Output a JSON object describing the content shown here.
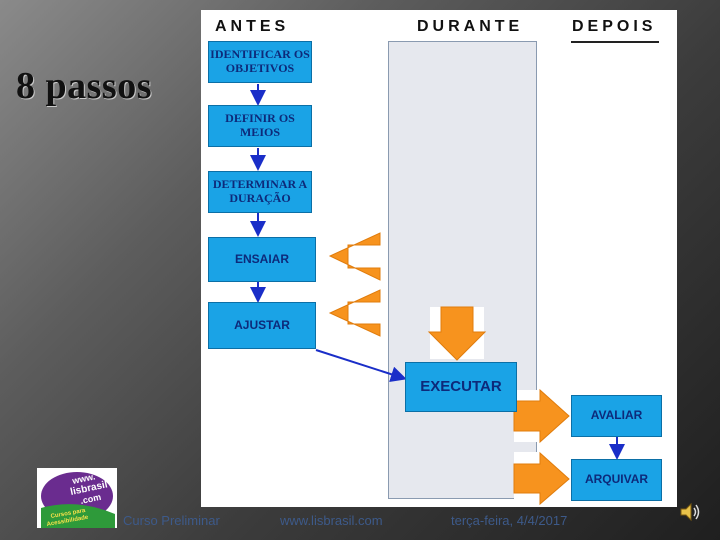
{
  "slide": {
    "title": "8 passos"
  },
  "diagram": {
    "columns": {
      "antes": "ANTES",
      "durante": "DURANTE",
      "depois": "DEPOIS"
    },
    "steps": {
      "identificar": "IDENTIFICAR OS OBJETIVOS",
      "definir": "DEFINIR OS MEIOS",
      "determinar": "DETERMINAR A DURAÇÃO",
      "ensaiar": "ENSAIAR",
      "ajustar": "AJUSTAR",
      "executar": "EXECUTAR",
      "avaliar": "AVALIAR",
      "arquivar": "ARQUIVAR"
    },
    "colors": {
      "box_fill": "#1aa3e6",
      "box_text": "#0d2a7a",
      "flow_arrow": "#1a2ec8",
      "block_arrow": "#f7931e"
    }
  },
  "footer": {
    "course": "Curso Preliminar",
    "website": "www.lisbrasil.com",
    "date": "terça-feira, 4/4/2017"
  },
  "logo": {
    "text_lines": [
      "www.",
      "lisbrasil",
      ".com",
      "Cursos para",
      "Acessibilidade"
    ]
  },
  "icons": {
    "audio": "speaker-icon"
  }
}
